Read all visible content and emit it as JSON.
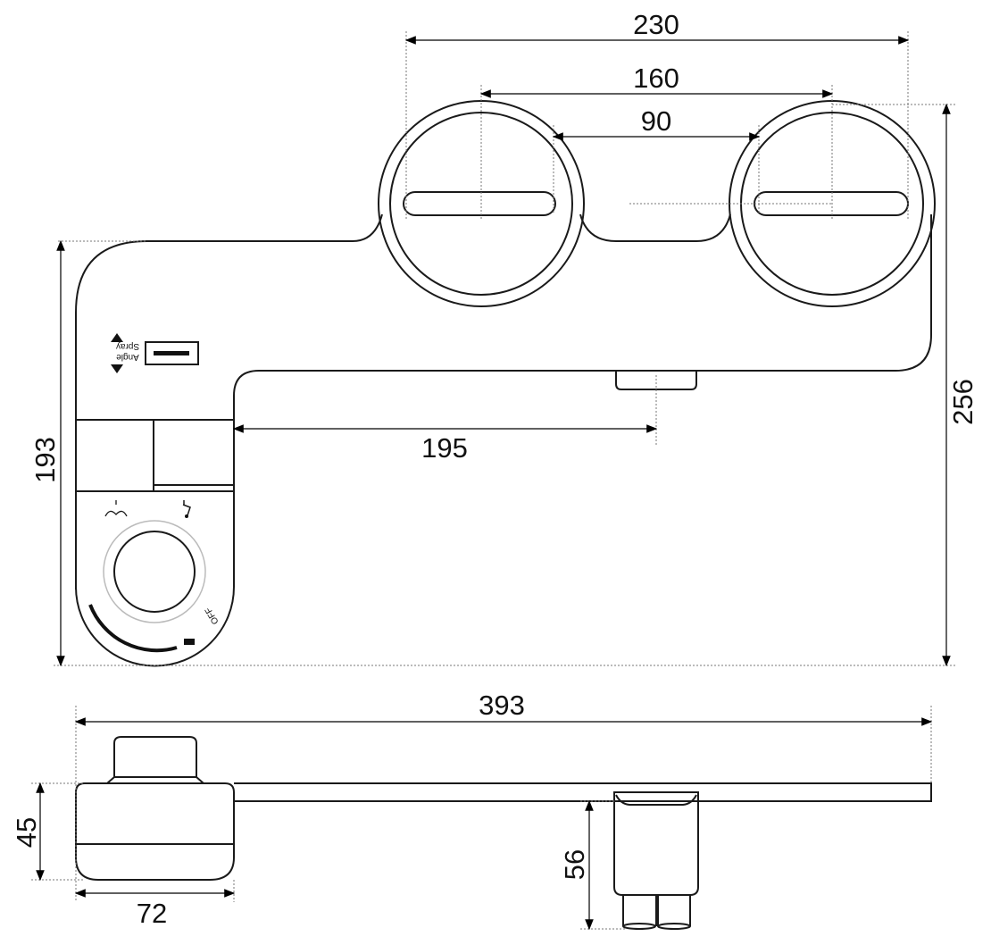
{
  "dimensions": {
    "mount_outer": "230",
    "mount_center": "160",
    "mount_inner": "90",
    "nozzle_offset": "195",
    "left_height": "193",
    "total_depth": "256",
    "total_length": "393",
    "body_height": "45",
    "body_width": "72",
    "nozzle_height": "56"
  },
  "labels": {
    "spray_line1": "Spray",
    "spray_line2": "Angle",
    "off": "OFF"
  },
  "colors": {
    "line": "#1a1a1a",
    "ring": "#bbbbbb"
  }
}
